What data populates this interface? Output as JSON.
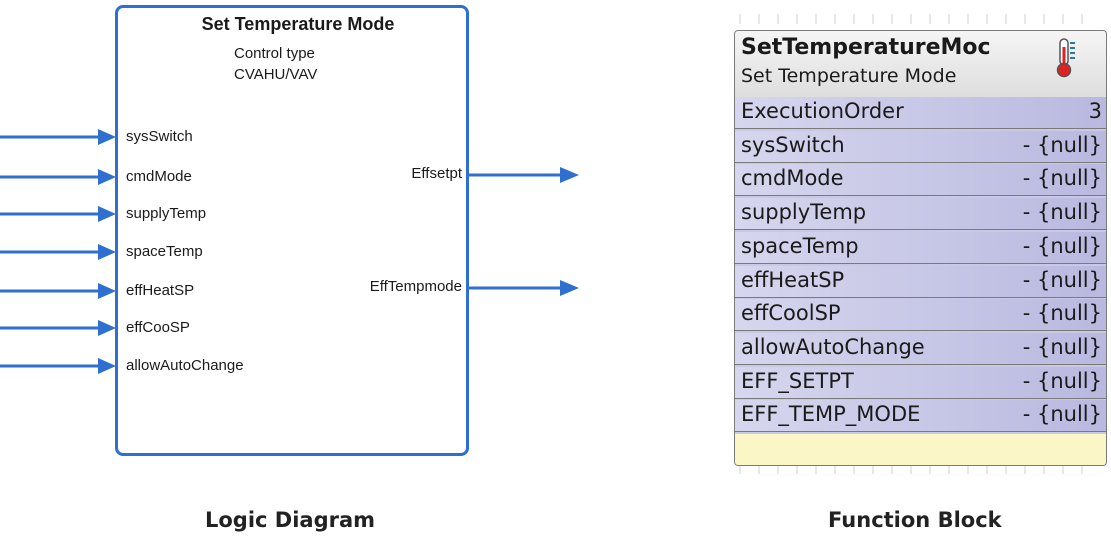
{
  "logic_diagram": {
    "title": "Set Temperature Mode",
    "subtitle_line1": "Control type",
    "subtitle_line2": "CVAHU/VAV",
    "inputs": [
      "sysSwitch",
      "cmdMode",
      "supplyTemp",
      "spaceTemp",
      "effHeatSP",
      "effCooSP",
      "allowAutoChange"
    ],
    "outputs": [
      "Effsetpt",
      "EffTempmode"
    ],
    "caption": "Logic Diagram",
    "line_color": "#2f6fd0"
  },
  "function_block": {
    "title": "SetTemperatureMoc",
    "subtitle": "Set Temperature Mode",
    "icon": "thermometer-icon",
    "rows": [
      {
        "name": "ExecutionOrder",
        "value": "3"
      },
      {
        "name": "sysSwitch",
        "value": "- {null}"
      },
      {
        "name": "cmdMode",
        "value": "- {null}"
      },
      {
        "name": "supplyTemp",
        "value": "- {null}"
      },
      {
        "name": "spaceTemp",
        "value": "- {null}"
      },
      {
        "name": "effHeatSP",
        "value": "- {null}"
      },
      {
        "name": "effCoolSP",
        "value": "- {null}"
      },
      {
        "name": "allowAutoChange",
        "value": "- {null}"
      },
      {
        "name": "EFF_SETPT",
        "value": "- {null}"
      },
      {
        "name": "EFF_TEMP_MODE",
        "value": "- {null}"
      }
    ],
    "caption": "Function Block"
  }
}
